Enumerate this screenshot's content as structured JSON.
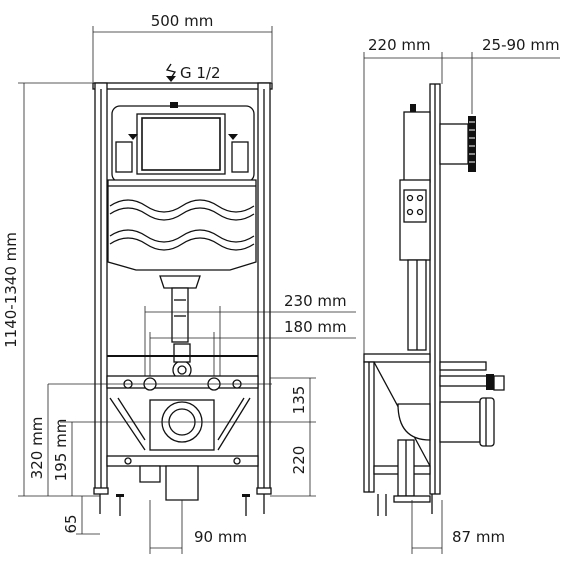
{
  "front_view": {
    "width": "500 mm",
    "height": "1140-1340 mm",
    "water_inlet": "G 1/2",
    "bolt_spacing_outer": "230 mm",
    "bolt_spacing_inner": "180 mm",
    "bolt_offset": "135",
    "outlet_height": "220",
    "bolt_height": "320 mm",
    "outlet_center_height": "195 mm",
    "foot_height": "65",
    "outlet_offset": "90 mm"
  },
  "side_view": {
    "depth": "220 mm",
    "adjust_range": "25-90 mm",
    "outlet_projection": "87 mm"
  }
}
